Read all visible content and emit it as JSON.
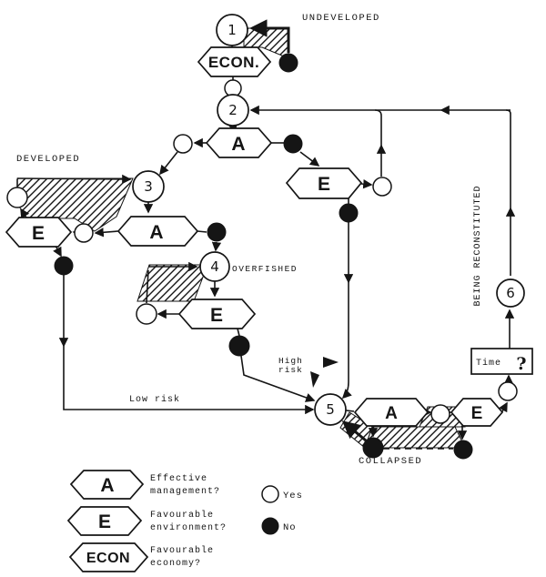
{
  "state_labels": {
    "undeveloped": "UNDEVELOPED",
    "developed": "DEVELOPED",
    "overfished": "OVERFISHED",
    "collapsed": "COLLAPSED",
    "being_reconstituted": "BEING RECONSTITUTED"
  },
  "nodes": {
    "n1": "1",
    "n2": "2",
    "n3": "3",
    "n4": "4",
    "n5": "5",
    "n6": "6"
  },
  "decisions": {
    "econ_top": "ECON.",
    "a_level2": "A",
    "e_level2": "E",
    "e_developed": "E",
    "a_developed": "A",
    "e_overfished": "E",
    "a_collapsed": "A",
    "e_collapsed": "E"
  },
  "annotations": {
    "high_risk_line1": "High",
    "high_risk_line2": "risk",
    "low_risk": "Low risk",
    "time": "Time",
    "time_question": "?"
  },
  "legend": {
    "items": [
      {
        "symbol": "A",
        "line1": "Effective",
        "line2": "management?"
      },
      {
        "symbol": "E",
        "line1": "Favourable",
        "line2": "environment?"
      },
      {
        "symbol": "ECON",
        "line1": "Favourable",
        "line2": "economy?"
      }
    ],
    "yes_label": "Yes",
    "no_label": "No"
  },
  "colors": {
    "ink": "#151515",
    "paper": "#ffffff"
  }
}
